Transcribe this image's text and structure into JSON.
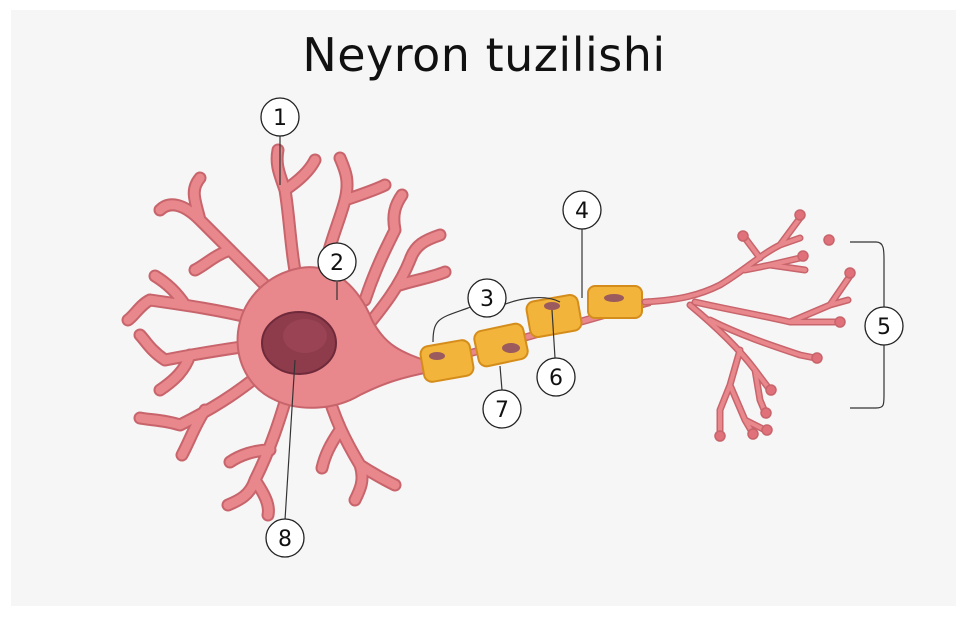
{
  "title": "Neyron tuzilishi",
  "colors": {
    "background": "#f6f6f6",
    "neuron_fill": "#e8878c",
    "neuron_stroke": "#c8646b",
    "nucleus": "#8e3b4c",
    "myelin_fill": "#f2b43a",
    "myelin_stroke": "#d48d1b",
    "schwann_nucleus": "#9a5a5e"
  },
  "callouts": [
    {
      "id": "1",
      "label": "1"
    },
    {
      "id": "2",
      "label": "2"
    },
    {
      "id": "3",
      "label": "3"
    },
    {
      "id": "4",
      "label": "4"
    },
    {
      "id": "5",
      "label": "5"
    },
    {
      "id": "6",
      "label": "6"
    },
    {
      "id": "7",
      "label": "7"
    },
    {
      "id": "8",
      "label": "8"
    }
  ]
}
